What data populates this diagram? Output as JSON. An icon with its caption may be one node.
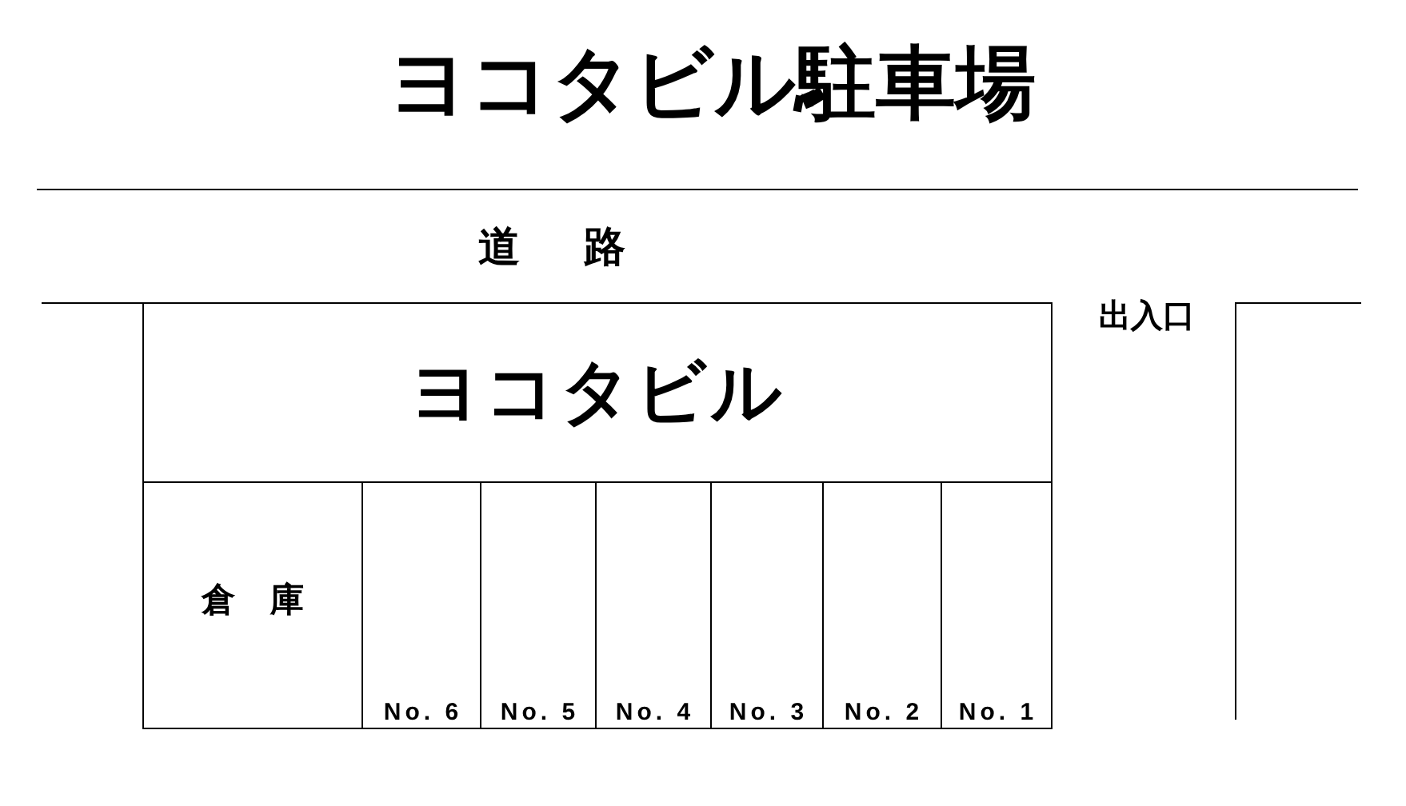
{
  "diagram": {
    "title": "ヨコタビル駐車場",
    "nodes": [
      {
        "text": [
          "ヨコタビル"
        ]
      },
      {
        "text": [
          "倉庫"
        ]
      },
      {
        "text": [
          "No. 6"
        ]
      },
      {
        "text": [
          "No. 5"
        ]
      },
      {
        "text": [
          "No. 4"
        ]
      },
      {
        "text": [
          "No. 3"
        ]
      },
      {
        "text": [
          "No. 2"
        ]
      },
      {
        "text": [
          "No. 1"
        ]
      }
    ],
    "labels": [
      "道路",
      "出入口"
    ]
  }
}
